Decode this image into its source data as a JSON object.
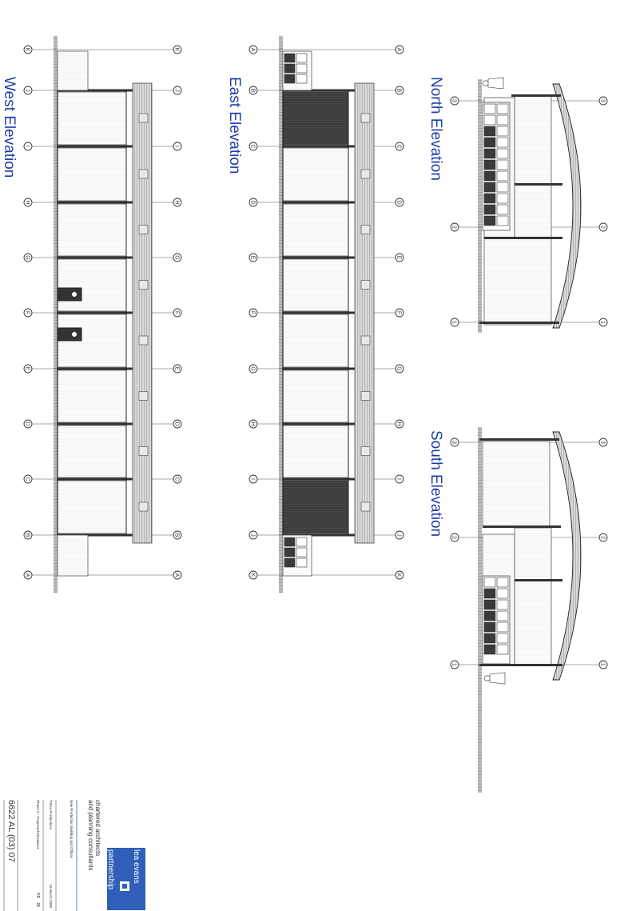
{
  "elevations": {
    "west": {
      "title": "West Elevation",
      "gridlines_top": [
        "K",
        "J",
        "I",
        "H",
        "G",
        "F",
        "E",
        "D",
        "C",
        "B",
        "A"
      ],
      "gridlines_bottom": [
        "K",
        "J",
        "I",
        "H",
        "G",
        "F",
        "E",
        "D",
        "C",
        "B",
        "A"
      ]
    },
    "east": {
      "title": "East Elevation",
      "gridlines_top": [
        "A",
        "B",
        "C",
        "D",
        "E",
        "F",
        "G",
        "H",
        "I",
        "J",
        "K"
      ],
      "gridlines_bottom": [
        "A",
        "B",
        "C",
        "D",
        "E",
        "F",
        "G",
        "H",
        "I",
        "J",
        "K"
      ]
    },
    "north": {
      "title": "North Elevation",
      "gridlines_left": [
        "3",
        "2",
        "1"
      ],
      "gridlines_right": [
        "3",
        "2",
        "1"
      ]
    },
    "south": {
      "title": "South Elevation",
      "gridlines_left": [
        "3",
        "2",
        "1"
      ],
      "gridlines_right": [
        "3",
        "2",
        "1"
      ]
    }
  },
  "title_block": {
    "practice_name": "lea evans",
    "practice_sub": "partnership",
    "practice_desc": "chartered architects",
    "practice_desc2": "and planning consultants",
    "project": "New Production Building and Offices",
    "client": "T-Rex Productions",
    "drawing_title": "Phase 3 - Proposed Elevations",
    "date": "19 March 2008",
    "drawn": "RR",
    "checked": "JB",
    "drawing_number": "6622 AL (03) 07"
  },
  "colors": {
    "title_blue": "#1f3fa8",
    "logo_blue": "#2f5fb8",
    "line": "#333333"
  }
}
